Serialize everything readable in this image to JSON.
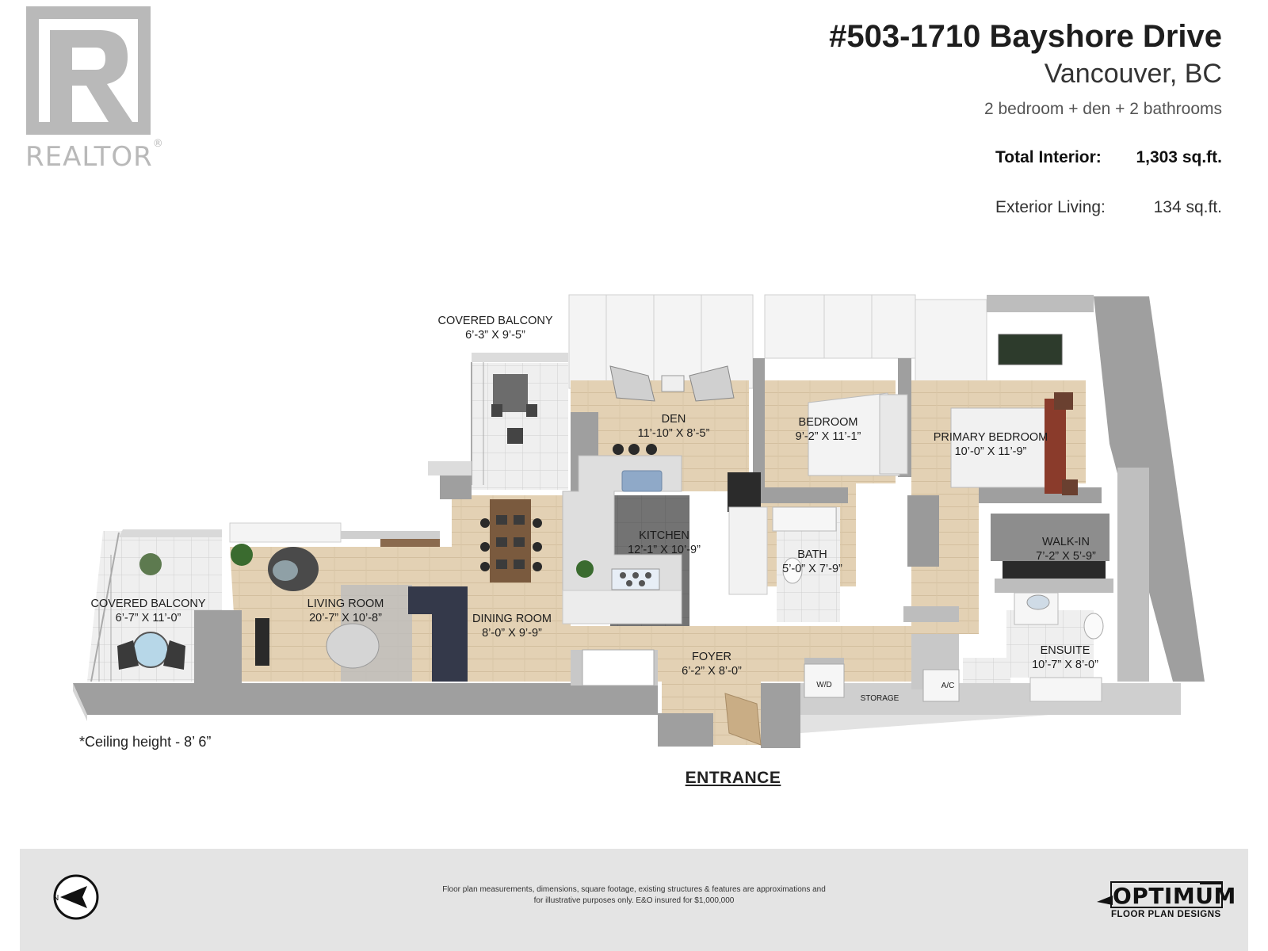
{
  "logo": {
    "icon": "realtor-r-logo",
    "text": "REALTOR",
    "mark": "®"
  },
  "header": {
    "address": "#503-1710 Bayshore Drive",
    "city": "Vancouver, BC",
    "summary": "2 bedroom + den + 2 bathrooms",
    "total_interior_label": "Total Interior:",
    "total_interior_value": "1,303 sq.ft.",
    "exterior_living_label": "Exterior Living:",
    "exterior_living_value": "134 sq.ft."
  },
  "rooms": [
    {
      "name": "COVERED BALCONY",
      "dims": "6’-3” X 9’-5”"
    },
    {
      "name": "DEN",
      "dims": "11’-10” X 8’-5”"
    },
    {
      "name": "BEDROOM",
      "dims": "9’-2” X 11’-1”"
    },
    {
      "name": "PRIMARY BEDROOM",
      "dims": "10’-0” X 11’-9”"
    },
    {
      "name": "KITCHEN",
      "dims": "12’-1” X 10’-9”"
    },
    {
      "name": "WALK-IN",
      "dims": "7’-2” X 5’-9”"
    },
    {
      "name": "BATH",
      "dims": "5’-0” X 7’-9”"
    },
    {
      "name": "COVERED BALCONY",
      "dims": "6’-7” X 11’-0”"
    },
    {
      "name": "LIVING ROOM",
      "dims": "20’-7” X 10’-8”"
    },
    {
      "name": "DINING ROOM",
      "dims": "8’-0” X 9’-9”"
    },
    {
      "name": "FOYER",
      "dims": "6’-2” X 8’-0”"
    },
    {
      "name": "ENSUITE",
      "dims": "10’-7” X 8’-0”"
    }
  ],
  "small_labels": {
    "wd": "W/D",
    "storage": "STORAGE",
    "ac": "A/C"
  },
  "ceiling_note": "*Ceiling height - 8’ 6”",
  "entrance": "ENTRANCE",
  "footer": {
    "compass_letter": "N",
    "disclaimer_line1": "Floor plan measurements, dimensions, square footage, existing structures & features are approximations and",
    "disclaimer_line2": "for illustrative purposes only.  E&O insured for $1,000,000",
    "brand_name": "OPTIMUM",
    "brand_sub": "FLOOR PLAN DESIGNS"
  },
  "colors": {
    "wall": "#9d9d9d",
    "wall_top": "#d8d8d8",
    "floor": "#e3d1b4",
    "tile": "#eeeeee",
    "kitchen_floor": "#707070",
    "footer": "#e4e4e4"
  }
}
